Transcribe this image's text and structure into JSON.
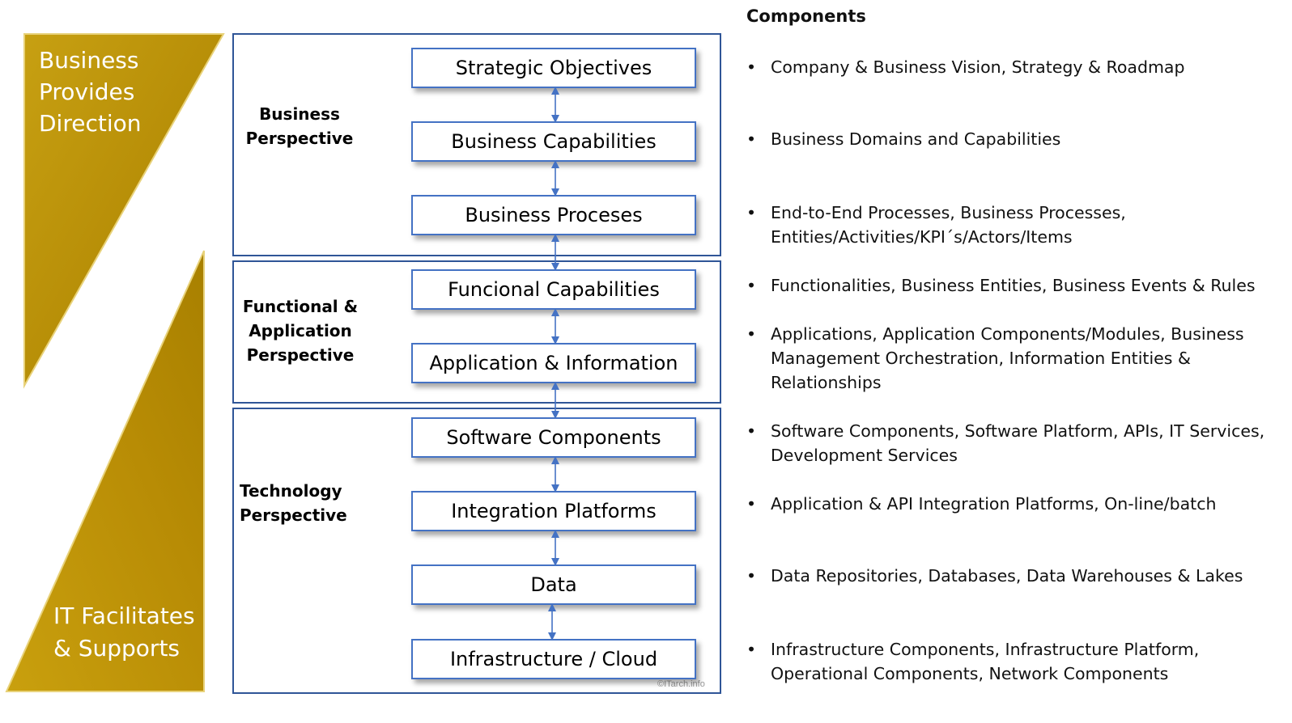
{
  "left_banners": {
    "top_lines": [
      "Business",
      "Provides",
      "Direction"
    ],
    "bottom_lines": [
      "IT Facilitates",
      "& Supports"
    ],
    "color": "#c9a00e"
  },
  "perspectives": [
    {
      "lines": [
        "Business",
        "Perspective"
      ]
    },
    {
      "lines": [
        "Functional &",
        "Application",
        "Perspective"
      ]
    },
    {
      "lines": [
        "Technology",
        "Perspective"
      ]
    }
  ],
  "layers": [
    "Strategic Objectives",
    "Business Capabilities",
    "Business Proceses",
    "Funcional Capabilities",
    "Application & Information",
    "Software Components",
    "Integration Platforms",
    "Data",
    "Infrastructure / Cloud"
  ],
  "components": {
    "title": "Components",
    "bullet": "•",
    "items": [
      {
        "lines": [
          "Company & Business Vision, Strategy & Roadmap"
        ]
      },
      {
        "lines": [
          "Business Domains and Capabilities"
        ]
      },
      {
        "lines": [
          "End-to-End Processes, Business Processes,",
          "Entities/Activities/KPI´s/Actors/Items"
        ]
      },
      {
        "lines": [
          "Functionalities, Business Entities, Business Events & Rules"
        ]
      },
      {
        "lines": [
          "Applications, Application Components/Modules, Business",
          "Management Orchestration, Information Entities &",
          "Relationships"
        ]
      },
      {
        "lines": [
          "Software Components, Software Platform, APIs, IT Services,",
          "Development Services"
        ]
      },
      {
        "lines": [
          "Application & API Integration Platforms, On-line/batch"
        ]
      },
      {
        "lines": [
          "Data Repositories, Databases, Data Warehouses & Lakes"
        ]
      },
      {
        "lines": [
          "Infrastructure Components, Infrastructure Platform,",
          "Operational Components, Network Components"
        ]
      }
    ]
  },
  "watermark": "©ITarch.info",
  "colors": {
    "panel_border": "#2f5597",
    "box_border": "#4472c4",
    "arrow": "#4472c4",
    "gold": "#c9a00e"
  }
}
